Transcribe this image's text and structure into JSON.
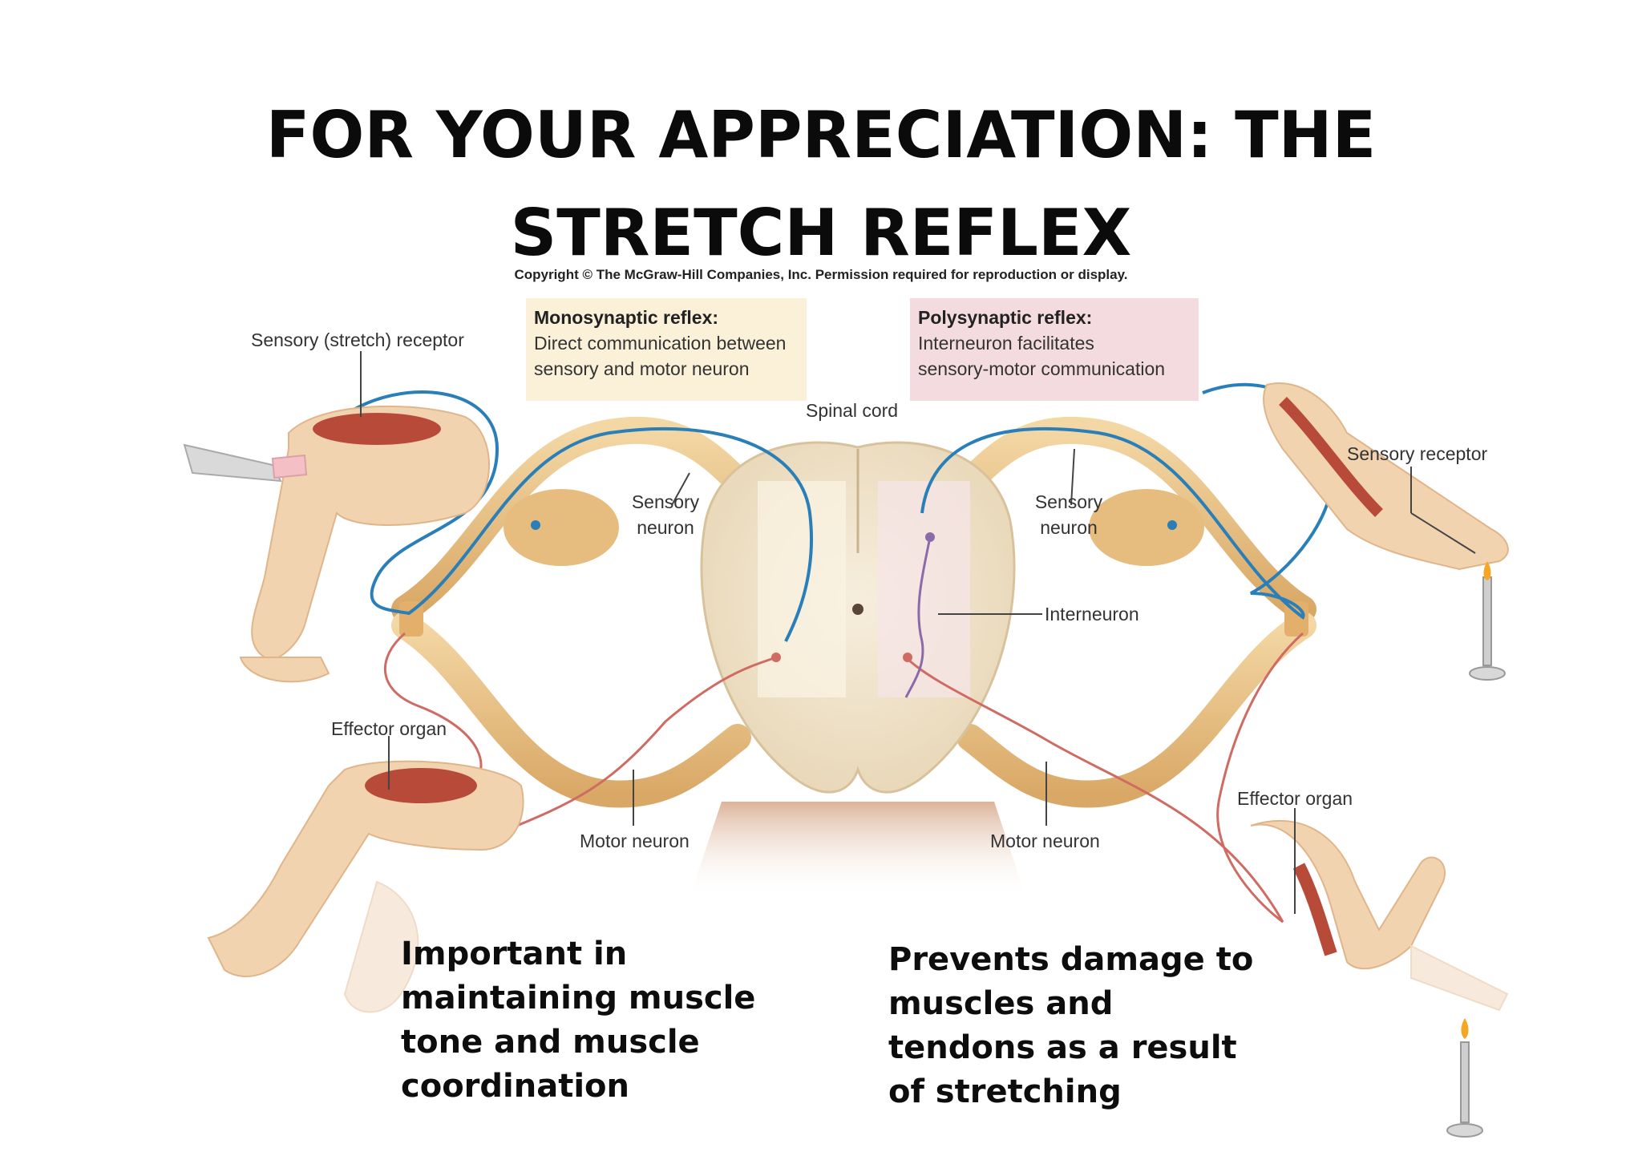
{
  "title": {
    "lines": [
      "FOR YOUR APPRECIATION: THE",
      "STRETCH REFLEX"
    ]
  },
  "copyright": "Copyright © The McGraw-Hill Companies, Inc. Permission required for reproduction or display.",
  "monosynaptic": {
    "heading": "Monosynaptic reflex:",
    "lines": [
      "Direct communication between",
      "sensory and motor neuron"
    ]
  },
  "polysynaptic": {
    "heading": "Polysynaptic reflex:",
    "lines": [
      "Interneuron facilitates",
      "sensory-motor communication"
    ]
  },
  "labels": {
    "sensory_stretch_receptor": "Sensory (stretch) receptor",
    "spinal_cord": "Spinal cord",
    "sensory_neuron_left": [
      "Sensory",
      "neuron"
    ],
    "sensory_neuron_right": [
      "Sensory",
      "neuron"
    ],
    "sensory_receptor": "Sensory receptor",
    "interneuron": "Interneuron",
    "effector_organ_left": "Effector organ",
    "effector_organ_right": "Effector organ",
    "motor_neuron_left": "Motor neuron",
    "motor_neuron_right": "Motor neuron"
  },
  "notes": {
    "left": [
      "Important in",
      "maintaining muscle",
      "tone and muscle",
      "coordination"
    ],
    "right": [
      "Prevents damage to",
      "muscles and",
      "tendons as a result",
      "of stretching"
    ]
  },
  "colors": {
    "sensory_nerve": "#2a7fb8",
    "motor_nerve": "#d06b63",
    "interneuron": "#8a6aa8",
    "nerve_root": "#e8c48a",
    "skin": "#f2d3b0",
    "muscle": "#b84a3a",
    "spinal_cord": "#f3e8d4"
  }
}
